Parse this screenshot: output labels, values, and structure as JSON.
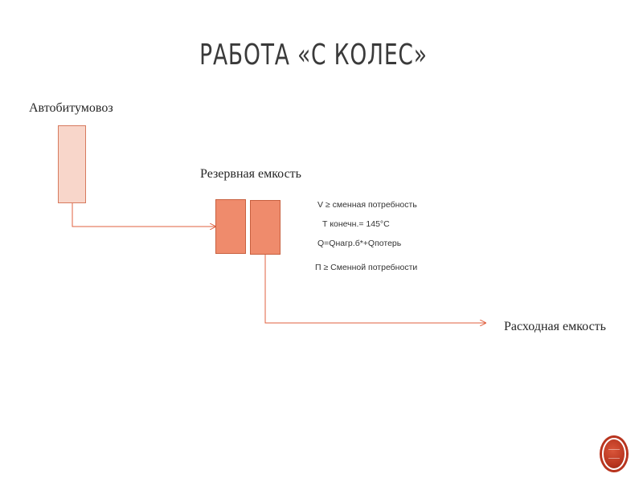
{
  "slide": {
    "title": "РАБОТА «С КОЛЕС»"
  },
  "diagram": {
    "nodes": {
      "truck": {
        "label": "Автобитумовоз"
      },
      "reserve_tank": {
        "label": "Резервная емкость"
      },
      "supply_tank": {
        "label": "Расходная емкость"
      }
    },
    "conditions": [
      "V ≥ сменная потребность",
      "Т конечн.= 145°С",
      "Q=Qнагр.б*+Qпотерь",
      "П ≥ Сменной потребности"
    ]
  },
  "colors": {
    "connector": "#e0603f",
    "truck_fill": "#f8d6ca",
    "tank_fill": "#ef8b6c",
    "accent": "#b8341e"
  },
  "icons": {
    "nav_button": "slide-nav-icon"
  }
}
